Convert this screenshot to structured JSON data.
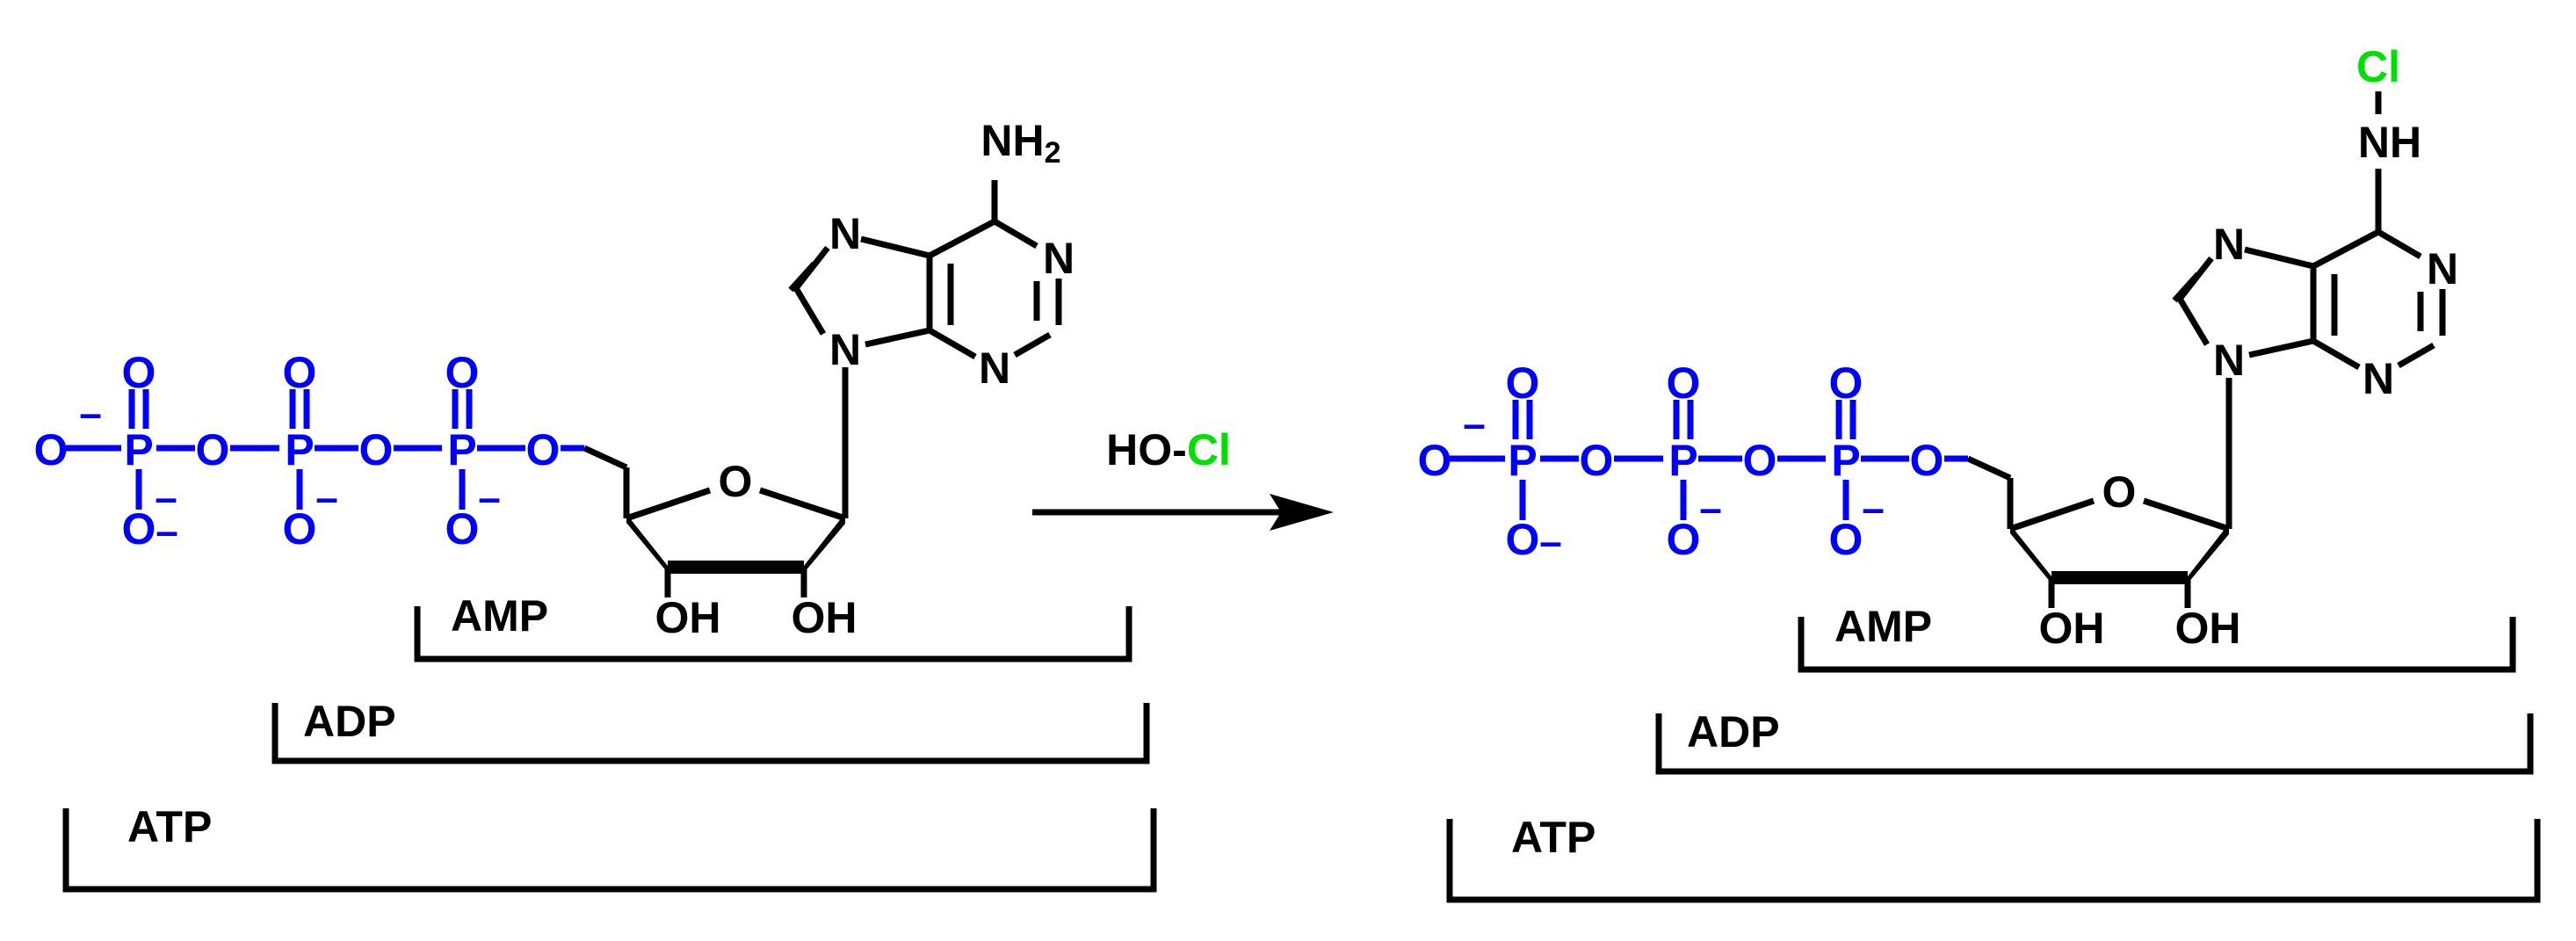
{
  "colors": {
    "carbon_skeleton": "#000000",
    "phosphate": "#0000ff",
    "chlorine": "#00e000"
  },
  "reagent": {
    "prefix": "HO-",
    "chlorine": "Cl"
  },
  "reactant": {
    "amine": {
      "atom": "NH",
      "subscript": "2"
    },
    "nitrogen": "N",
    "ring_oxygen": "O",
    "hydroxyl": "OH",
    "phosphorus": "P",
    "oxygen": "O",
    "charge": "–",
    "brackets": {
      "amp": "AMP",
      "adp": "ADP",
      "atp": "ATP"
    }
  },
  "product": {
    "chloro": "Cl",
    "amine": "NH",
    "nitrogen": "N",
    "ring_oxygen": "O",
    "hydroxyl": "OH",
    "phosphorus": "P",
    "oxygen": "O",
    "charge": "–",
    "brackets": {
      "amp": "AMP",
      "adp": "ADP",
      "atp": "ATP"
    }
  }
}
